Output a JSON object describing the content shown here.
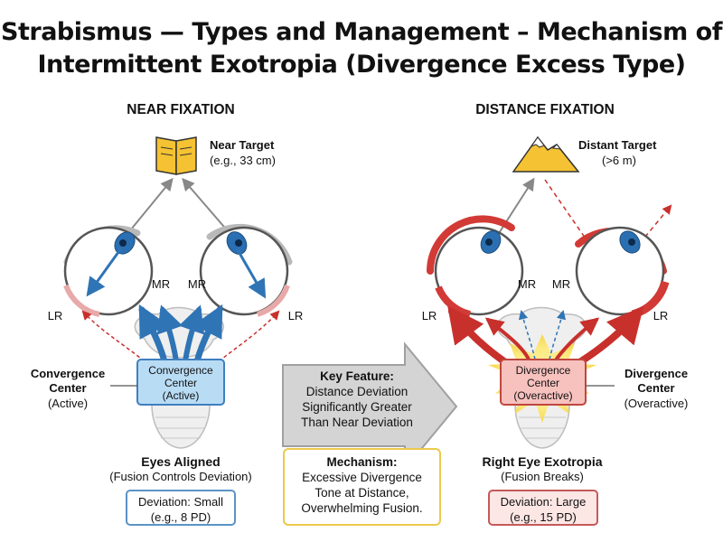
{
  "title": {
    "line1": "Strabismus — Types and Management – Mechanism of",
    "line2": "Intermittent Exotropia (Divergence Excess Type)"
  },
  "near": {
    "heading": "NEAR FIXATION",
    "target_name": "Near Target",
    "target_distance": "(e.g., 33 cm)",
    "muscle_left": "LR",
    "muscle_mr_left": "MR",
    "muscle_mr_right": "MR",
    "muscle_right": "LR",
    "center_side_title": "Convergence\nCenter",
    "center_side_state": "(Active)",
    "center_box_line1": "Convergence",
    "center_box_line2": "Center",
    "center_box_line3": "(Active)",
    "result_title": "Eyes Aligned",
    "result_sub": "(Fusion Controls Deviation)",
    "deviation_line1": "Deviation: Small",
    "deviation_line2": "(e.g., 8 PD)"
  },
  "distance": {
    "heading": "DISTANCE FIXATION",
    "target_name": "Distant Target",
    "target_distance": "(>6 m)",
    "muscle_left": "LR",
    "muscle_mr_left": "MR",
    "muscle_mr_right": "MR",
    "muscle_right": "LR",
    "center_side_title": "Divergence\nCenter",
    "center_side_state": "(Overactive)",
    "center_box_line1": "Divergence",
    "center_box_line2": "Center",
    "center_box_line3": "(Overactive)",
    "result_title": "Right Eye Exotropia",
    "result_sub": "(Fusion Breaks)",
    "deviation_line1": "Deviation: Large",
    "deviation_line2": "(e.g., 15 PD)"
  },
  "key_feature": {
    "title": "Key Feature:",
    "line1": "Distance Deviation",
    "line2": "Significantly Greater",
    "line3": "Than Near Deviation"
  },
  "mechanism": {
    "title": "Mechanism:",
    "line1": "Excessive Divergence",
    "line2": "Tone at Distance,",
    "line3": "Overwhelming Fusion."
  },
  "colors": {
    "blue": "#2f74b5",
    "red": "#c8302c",
    "yellow": "#f2c233",
    "gray": "#8a8a8a"
  },
  "icons": {
    "near_target": "book-icon",
    "distant_target": "mountain-icon"
  }
}
